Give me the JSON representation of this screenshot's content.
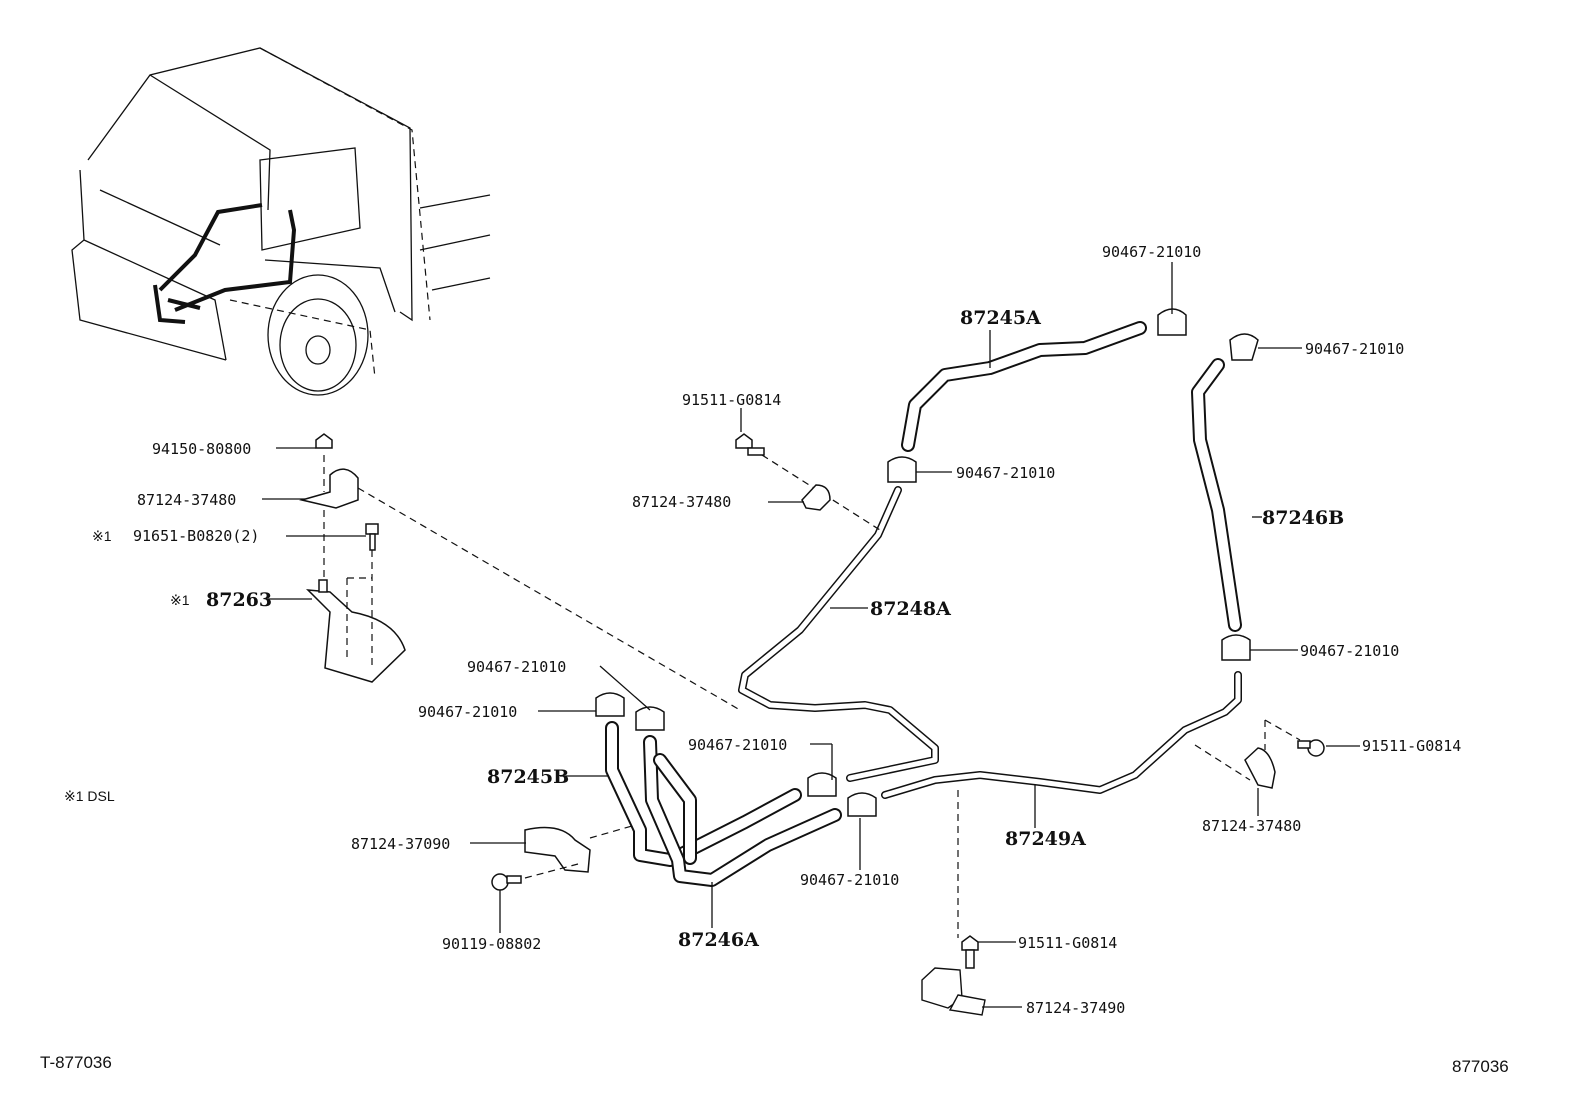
{
  "diagram": {
    "left_labels": {
      "nut_94150": "94150-80800",
      "clamp_left": "87124-37480",
      "bolt_91651": "91651-B0820(2)",
      "bracket_87263": "87263",
      "mark_1": "※1",
      "mark_2": "※1"
    },
    "hose_labels": {
      "h87245A": "87245A",
      "h87246B": "87246B",
      "h87248A": "87248A",
      "h87249A": "87249A",
      "h87245B": "87245B",
      "h87246A": "87246A"
    },
    "clip_labels": {
      "c1": "90467-21010",
      "c2": "90467-21010",
      "c3": "90467-21010",
      "c4": "90467-21010",
      "c5": "90467-21010",
      "c6": "90467-21010",
      "c7": "90467-21010",
      "c8": "90467-21010"
    },
    "other_labels": {
      "bolt_top": "91511-G0814",
      "clamp_top": "87124-37480",
      "bolt_right": "91511-G0814",
      "clamp_right": "87124-37480",
      "clamp_37090": "87124-37090",
      "bolt_90119": "90119-08802",
      "bolt_bottom": "91511-G0814",
      "clamp_37490": "87124-37490"
    },
    "note": "※1 DSL",
    "footer_left": "T-877036",
    "footer_right": "877036"
  }
}
